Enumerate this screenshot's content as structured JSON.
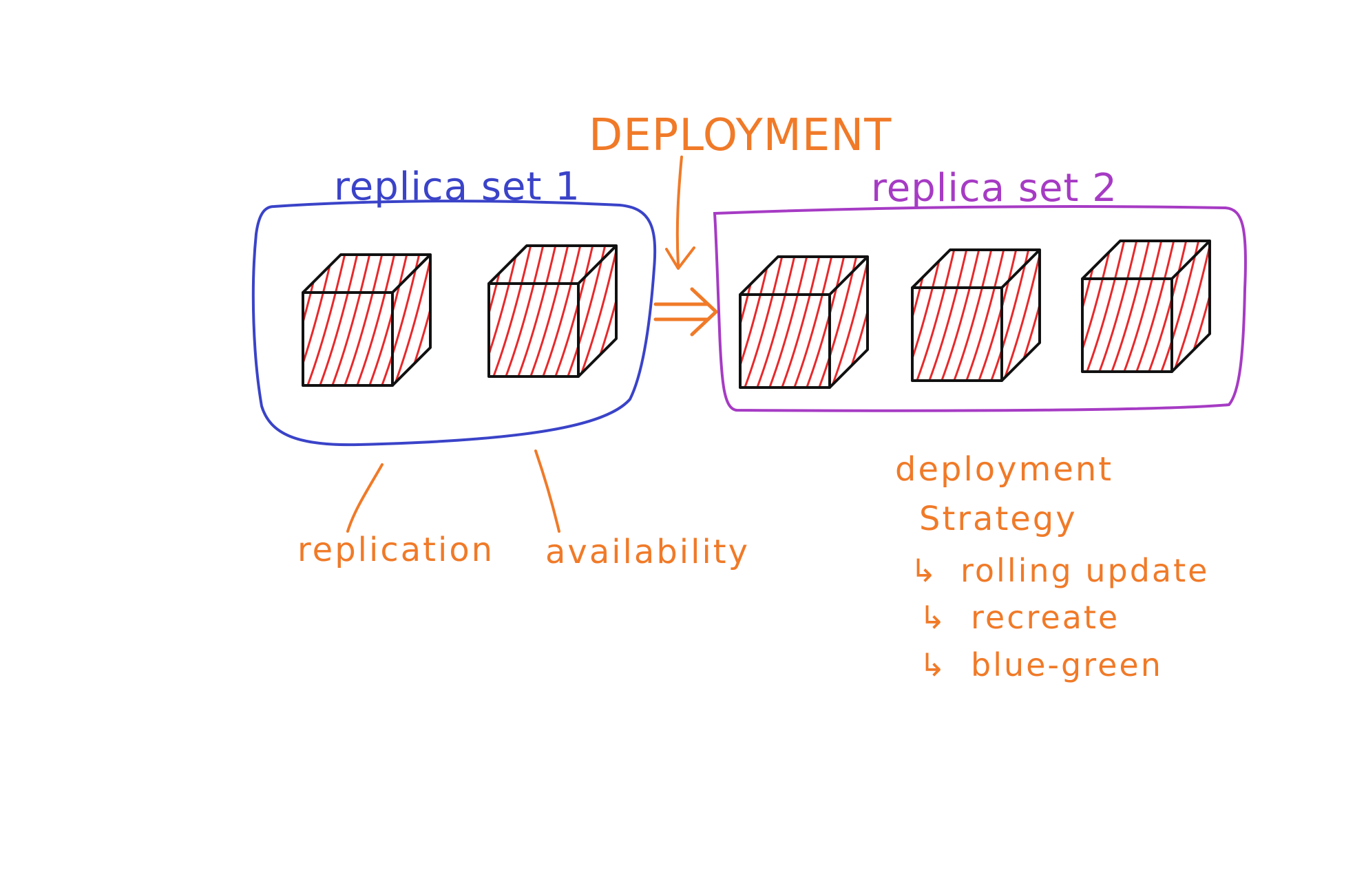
{
  "title": "DEPLOYMENT",
  "replica_sets": [
    {
      "label": "replica set 1",
      "pod_count": 2,
      "color": "#3a43c8"
    },
    {
      "label": "replica set 2",
      "pod_count": 3,
      "color": "#a63bc4"
    }
  ],
  "notes": {
    "replication": "replication",
    "availability": "availability"
  },
  "strategy": {
    "heading_line1": "deployment",
    "heading_line2": "Strategy",
    "arrow_glyph": "↳",
    "items": [
      "rolling update",
      "recreate",
      "blue-green"
    ]
  },
  "colors": {
    "orange": "#f07a28",
    "blue": "#3a43c8",
    "purple": "#a63bc4",
    "cube_fill": "#e8282a",
    "cube_stroke": "#111111"
  }
}
